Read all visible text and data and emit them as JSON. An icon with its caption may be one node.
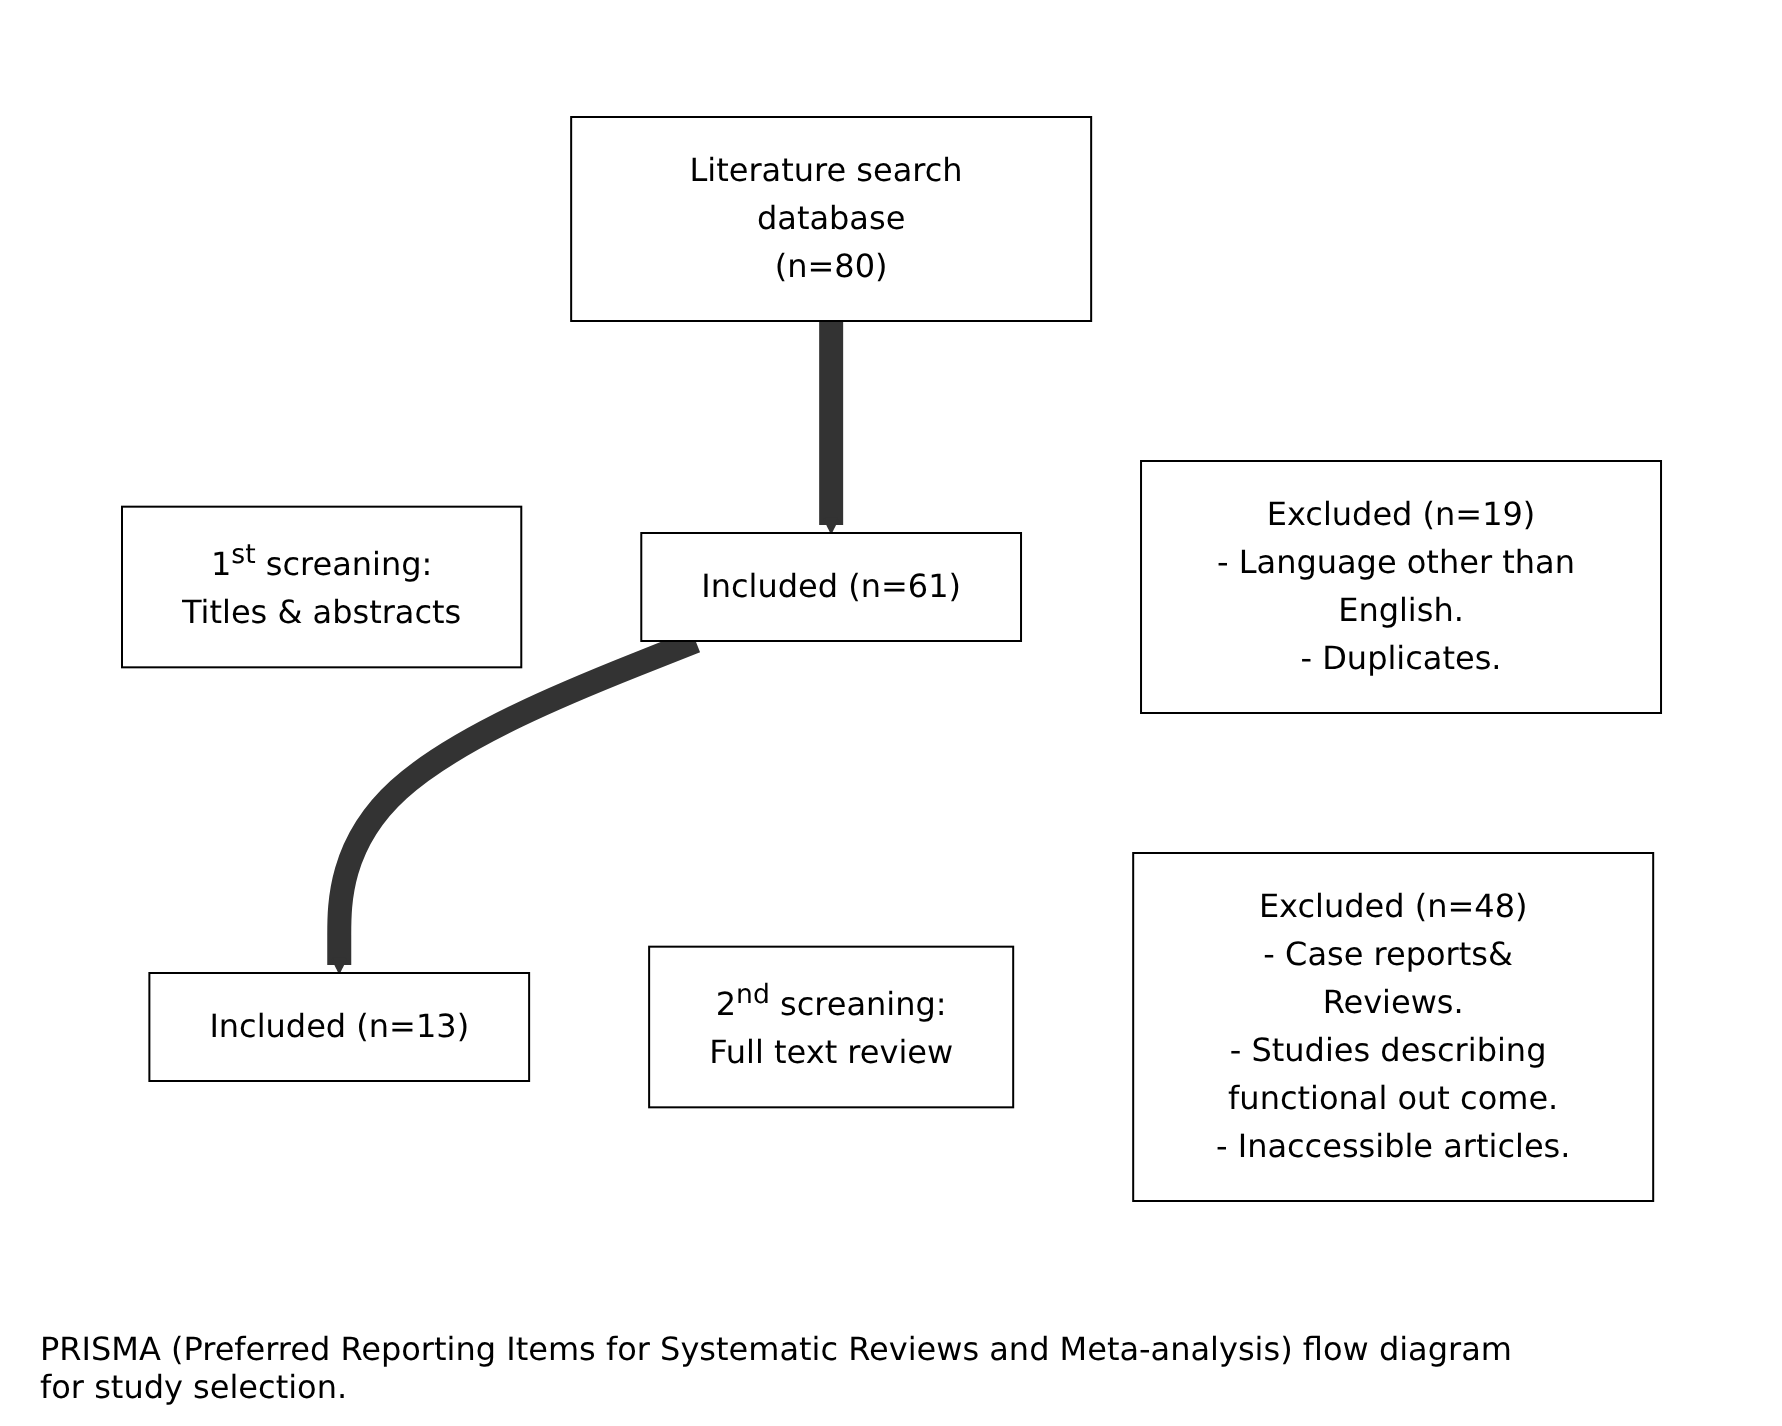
{
  "diagram": {
    "caption": "PRISMA (Preferred Reporting Items for Systematic Reviews and Meta-analysis) flow diagram for study selection.",
    "nodes": [
      {
        "text": [
          "Literature search database",
          "(n=80)"
        ]
      },
      {
        "text": [
          "1$^{st}$ screaning:",
          "Titles & abstracts"
        ]
      },
      {
        "text": [
          "Included (n=61)"
        ]
      },
      {
        "text": [
          "Excluded (n=19)",
          "- Language other than English.",
          "- Duplicates."
        ]
      },
      {
        "text": [
          "2$^{nd}$ screaning:",
          "Full text review"
        ]
      },
      {
        "text": [
          "Included (n=13)"
        ]
      },
      {
        "text": [
          "Excluded (n=48)",
          "- Case reports& Reviews.",
          "- Studies describing functional out come.",
          "- Inaccessible articles."
        ]
      }
    ],
    "edges": [
      {
        "from": 0,
        "to": 2,
        "arrow": "to"
      },
      {
        "from": 2,
        "to": 5,
        "arrow": "to"
      }
    ]
  }
}
